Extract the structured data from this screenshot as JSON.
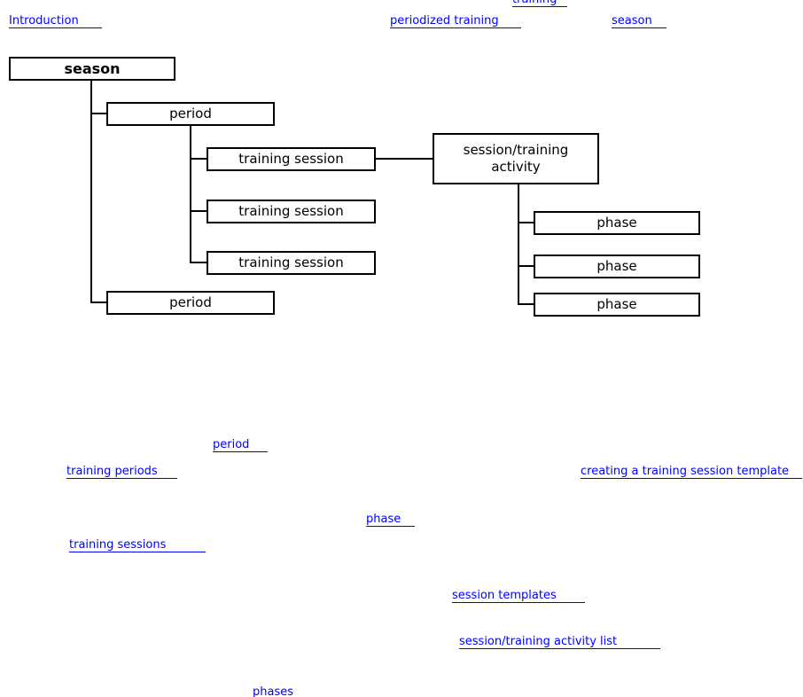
{
  "diagram": {
    "boxes": {
      "season": "season",
      "period1": "period",
      "ts1": "training session",
      "activity": "session/training activity",
      "ts2": "training session",
      "ts3": "training session",
      "phase1": "phase",
      "phase2": "phase",
      "phase3": "phase",
      "period2": "period"
    }
  },
  "links": {
    "color": "#0000ff",
    "l1": "training",
    "l2": "Introduction",
    "l3": "periodized training",
    "l4": "season",
    "l5": "period",
    "l6": "training periods",
    "l7": "creating a training session template",
    "l8": "phase",
    "l9": "training sessions",
    "l10": "session templates",
    "l11": "session/training activity list",
    "l12": "phases"
  }
}
